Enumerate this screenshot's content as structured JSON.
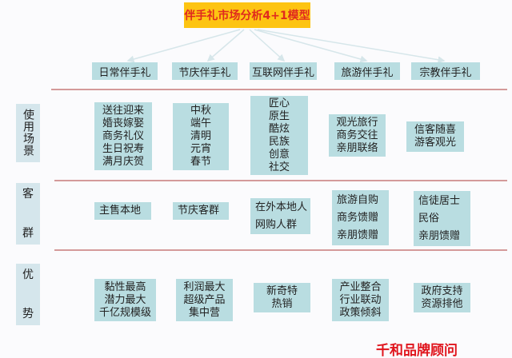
{
  "title": "伴手礼市场分析4+1模型",
  "categories": [
    "日常伴手礼",
    "节庆伴手礼",
    "互联网伴手礼",
    "旅游伴手礼",
    "宗教伴手礼"
  ],
  "rows": [
    {
      "label": "使用场景",
      "cells": [
        [
          "送往迎来",
          "婚丧嫁娶",
          "商务礼仪",
          "生日祝寿",
          "满月庆贺"
        ],
        [
          "中秋",
          "端午",
          "清明",
          "元宵",
          "春节"
        ],
        [
          "匠心",
          "原生",
          "酷炫",
          "民族",
          "创意",
          "社交"
        ],
        [
          "观光旅行",
          "商务交往",
          "亲朋联络"
        ],
        [
          "信客随喜",
          "游客观光"
        ]
      ]
    },
    {
      "label": "客群",
      "label_chars": [
        "客",
        "群"
      ],
      "cells": [
        [
          "主售本地"
        ],
        [
          "节庆客群"
        ],
        [
          "在外本地人",
          "网购人群"
        ],
        [
          "旅游自购",
          "商务馈赠",
          "亲朋馈赠"
        ],
        [
          "信徒居士",
          "民俗",
          "亲朋馈赠"
        ]
      ]
    },
    {
      "label": "优势",
      "label_chars": [
        "优",
        "势"
      ],
      "cells": [
        [
          "黏性最高",
          "潜力最大",
          "千亿规模级"
        ],
        [
          "利润最大",
          "超级产品",
          "集中营"
        ],
        [
          "新奇特",
          "热销"
        ],
        [
          "产业整合",
          "行业联动",
          "政策倾斜"
        ],
        [
          "政府支持",
          "资源排他"
        ]
      ]
    }
  ],
  "footer": "千和品牌顾问",
  "colors": {
    "title_bg": "#fdc412",
    "title_text": "#e02a1e",
    "box": "#b9dde1",
    "divider": "#d49a9a",
    "footer": "#e0141c"
  }
}
